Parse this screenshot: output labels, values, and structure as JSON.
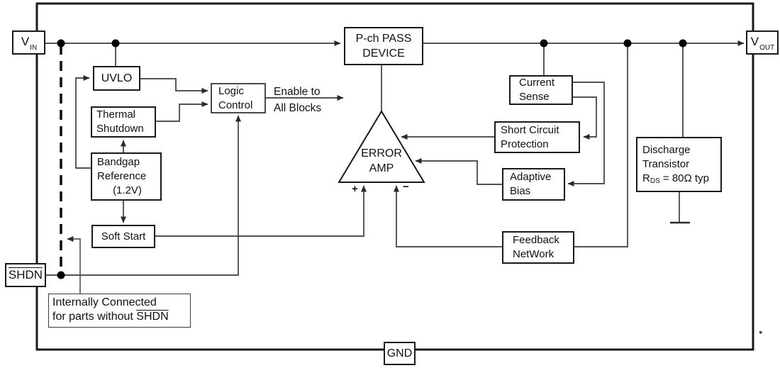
{
  "diagram": {
    "pins": {
      "vin": {
        "prefix": "V",
        "sub": "IN"
      },
      "vout": {
        "prefix": "V",
        "sub": "OUT"
      },
      "shdn": {
        "label": "SHDN"
      },
      "gnd": {
        "label": "GND"
      }
    },
    "blocks": {
      "uvlo": {
        "lines": [
          "UVLO"
        ]
      },
      "thermal": {
        "lines": [
          "Thermal",
          "Shutdown"
        ]
      },
      "bandgap": {
        "lines": [
          "Bandgap",
          "Reference",
          "(1.2V)"
        ]
      },
      "soft_start": {
        "lines": [
          "Soft Start"
        ]
      },
      "logic": {
        "lines": [
          "Logic",
          "Control"
        ]
      },
      "pass_device": {
        "lines": [
          "P-ch PASS",
          "DEVICE"
        ]
      },
      "current_sense": {
        "lines": [
          "Current",
          "Sense"
        ]
      },
      "scp": {
        "lines": [
          "Short Circuit",
          "Protection"
        ]
      },
      "adaptive_bias": {
        "lines": [
          "Adaptive",
          "Bias"
        ]
      },
      "feedback": {
        "lines": [
          "Feedback",
          "NetWork"
        ]
      },
      "discharge": {
        "line1": "Discharge",
        "line2": "Transistor",
        "r_prefix": "R",
        "r_sub": "DS",
        "r_rest": " = 80Ω typ"
      },
      "error_amp": {
        "line1": "ERROR",
        "line2": "AMP",
        "plus": "+",
        "minus": "−"
      }
    },
    "labels": {
      "enable": {
        "line1": "Enable to",
        "line2": "All Blocks"
      },
      "note": {
        "line1": "Internally Connected",
        "line2_prefix": "for parts without ",
        "line2_shdn": "SHDN"
      }
    },
    "colors": {
      "line": "#3d3d3d",
      "box_border": "#1a1a1a",
      "background": "#ffffff"
    }
  }
}
